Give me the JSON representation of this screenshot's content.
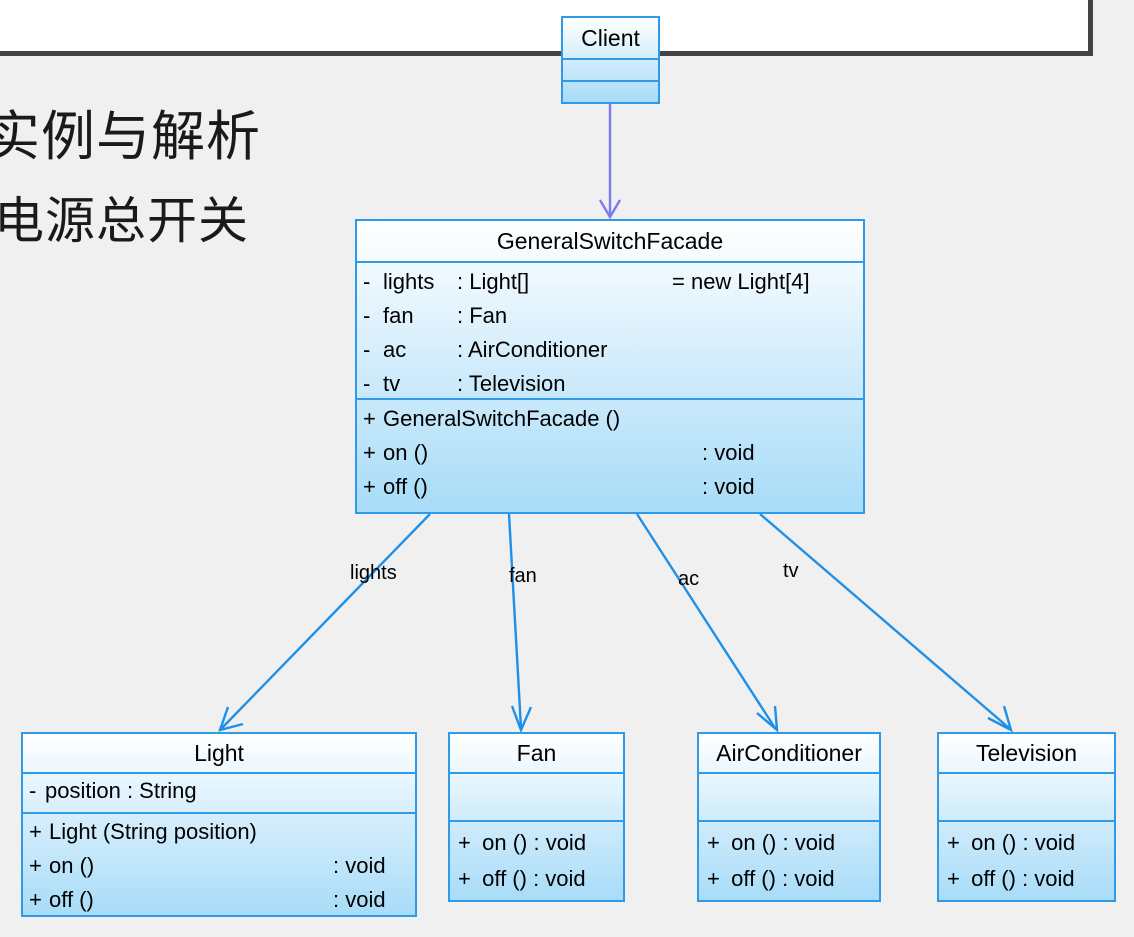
{
  "slide": {
    "headings": {
      "primary": "实例与解析",
      "secondary": "电源总开关"
    }
  },
  "diagram": {
    "type": "uml-class-diagram",
    "classes": [
      {
        "id": "client",
        "name": "Client",
        "attributes": [],
        "operations": []
      },
      {
        "id": "facade",
        "name": "GeneralSwitchFacade",
        "attributes": [
          {
            "visibility": "-",
            "name": "lights",
            "type": ": Light[]",
            "init": "= new Light[4]"
          },
          {
            "visibility": "-",
            "name": "fan",
            "type": ": Fan",
            "init": ""
          },
          {
            "visibility": "-",
            "name": "ac",
            "type": ": AirConditioner",
            "init": ""
          },
          {
            "visibility": "-",
            "name": "tv",
            "type": ": Television",
            "init": ""
          }
        ],
        "operations": [
          {
            "visibility": "+",
            "signature": "GeneralSwitchFacade ()",
            "returns": ""
          },
          {
            "visibility": "+",
            "signature": "on ()",
            "returns": ": void"
          },
          {
            "visibility": "+",
            "signature": "off ()",
            "returns": ": void"
          }
        ]
      },
      {
        "id": "light",
        "name": "Light",
        "attributes": [
          {
            "visibility": "-",
            "name": "position  : String",
            "type": "",
            "init": ""
          }
        ],
        "operations": [
          {
            "visibility": "+",
            "signature": "Light (String position)",
            "returns": ""
          },
          {
            "visibility": "+",
            "signature": "on ()",
            "returns": ": void"
          },
          {
            "visibility": "+",
            "signature": "off ()",
            "returns": ": void"
          }
        ]
      },
      {
        "id": "fan",
        "name": "Fan",
        "attributes": [],
        "operations": [
          {
            "visibility": "+",
            "signature": "on () : void",
            "returns": ""
          },
          {
            "visibility": "+",
            "signature": "off () : void",
            "returns": ""
          }
        ]
      },
      {
        "id": "ac",
        "name": "AirConditioner",
        "attributes": [],
        "operations": [
          {
            "visibility": "+",
            "signature": "on () : void",
            "returns": ""
          },
          {
            "visibility": "+",
            "signature": "off () : void",
            "returns": ""
          }
        ]
      },
      {
        "id": "tv",
        "name": "Television",
        "attributes": [],
        "operations": [
          {
            "visibility": "+",
            "signature": "on () : void",
            "returns": ""
          },
          {
            "visibility": "+",
            "signature": "off () : void",
            "returns": ""
          }
        ]
      }
    ],
    "relationships": [
      {
        "from": "client",
        "to": "facade",
        "kind": "dependency",
        "label": "",
        "color": "#7b7bf0"
      },
      {
        "from": "facade",
        "to": "light",
        "kind": "association",
        "label": "lights",
        "color": "#1e90e8"
      },
      {
        "from": "facade",
        "to": "fan",
        "kind": "association",
        "label": "fan",
        "color": "#1e90e8"
      },
      {
        "from": "facade",
        "to": "ac",
        "kind": "association",
        "label": "ac",
        "color": "#1e90e8"
      },
      {
        "from": "facade",
        "to": "tv",
        "kind": "association",
        "label": "tv",
        "color": "#1e90e8"
      }
    ],
    "colors": {
      "class_border": "#2e9ae8",
      "class_fill_top": "#ffffff",
      "class_fill_bottom": "#a8dcf8",
      "association": "#1e90e8",
      "dependency": "#7b7bf0",
      "background": "#f0f0f0",
      "slide_border": "#444444"
    }
  }
}
